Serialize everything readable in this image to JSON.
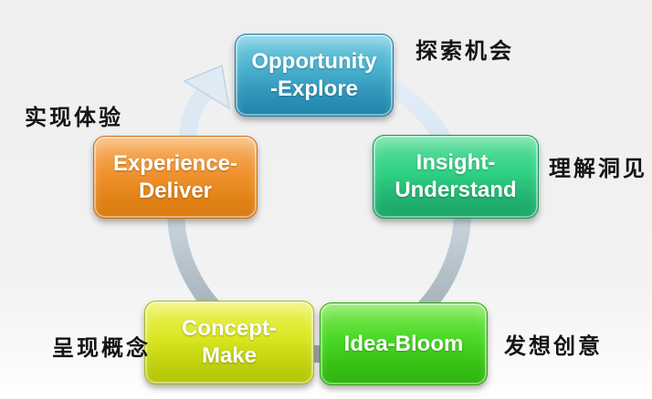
{
  "diagram": {
    "type": "cycle",
    "direction": "clockwise",
    "ring_colors": {
      "top": "#e6eff8",
      "bottom": "#98a2aa",
      "arrow": "#dfeaf5"
    },
    "nodes": {
      "opportunity": {
        "line1": "Opportunity",
        "line2": "-Explore",
        "zh_label": "探索机会",
        "color": "#46aecd"
      },
      "insight": {
        "line1": "Insight-",
        "line2": "Understand",
        "zh_label": "理解洞见",
        "color": "#2fd184"
      },
      "idea": {
        "line1": "Idea-Bloom",
        "line2": "",
        "zh_label": "发想创意",
        "color": "#49d825"
      },
      "concept": {
        "line1": "Concept-",
        "line2": "Make",
        "zh_label": "呈现概念",
        "color": "#d9e620"
      },
      "experience": {
        "line1": "Experience-",
        "line2": "Deliver",
        "zh_label": "实现体验",
        "color": "#f0922f"
      }
    }
  }
}
